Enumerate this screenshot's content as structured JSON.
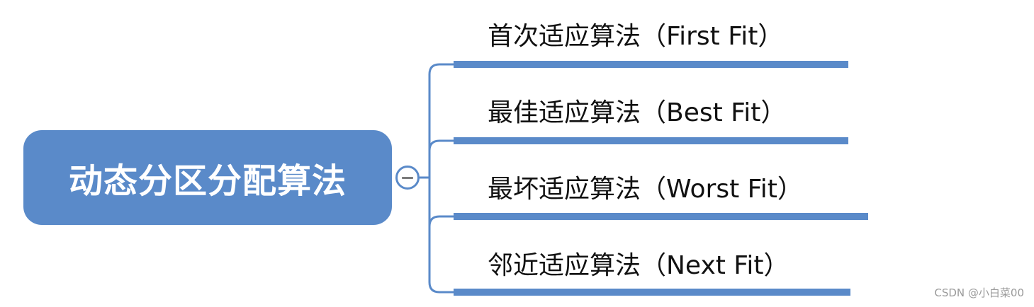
{
  "colors": {
    "node_fill": "#5a8ac9",
    "connector": "#5a8ac9",
    "underline": "#5a8ac9",
    "toggle_border": "#5a8ac9",
    "text": "#111111",
    "watermark": "#9a9a9a"
  },
  "root": {
    "label": "动态分区分配算法"
  },
  "toggle": {
    "icon": "minus-icon"
  },
  "branches": [
    {
      "label": "首次适应算法（First Fit）"
    },
    {
      "label": "最佳适应算法（Best Fit）"
    },
    {
      "label": "最坏适应算法（Worst Fit）"
    },
    {
      "label": "邻近适应算法（Next Fit）"
    }
  ],
  "watermark": "CSDN @小白菜00"
}
